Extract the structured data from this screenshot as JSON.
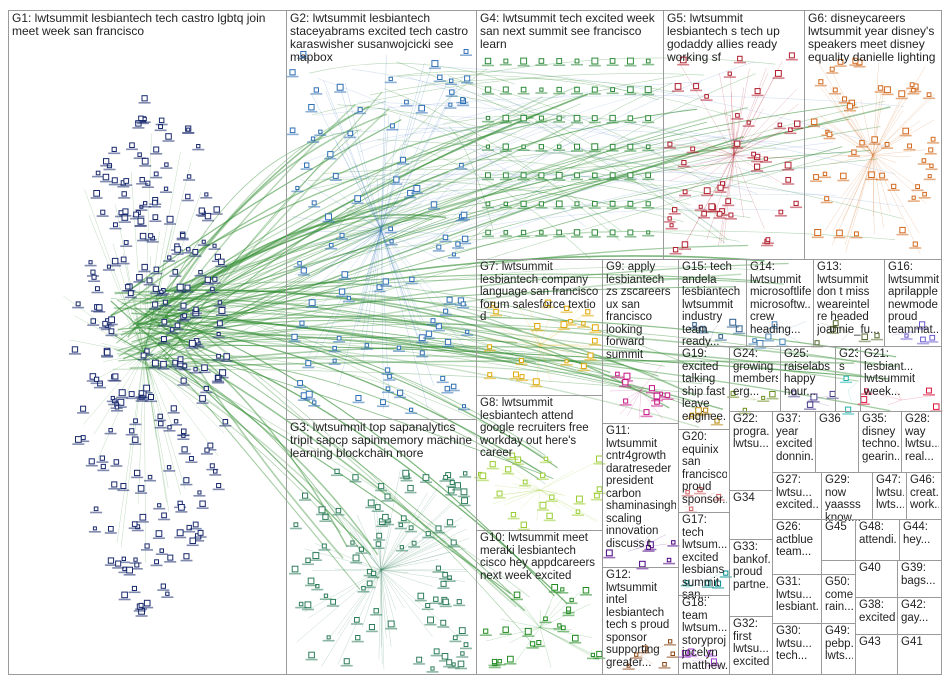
{
  "graph": {
    "groups": [
      {
        "id": "G1",
        "label": "G1: lwtsummit lesbiantech tech castro lgbtq join meet week san francisco",
        "color": "#1a2a6e"
      },
      {
        "id": "G2",
        "label": "G2: lwtsummit lesbiantech staceyabrams excited tech castro karaswisher susanwojcicki see mapbox",
        "color": "#2f6fb5"
      },
      {
        "id": "G3",
        "label": "G3: lwtsummit top sapanalytics tripit sapcp sapinmemory machine learning blockchain more",
        "color": "#2e7d5b"
      },
      {
        "id": "G4",
        "label": "G4: lwtsummit tech excited week san next summit see francisco learn",
        "color": "#2e8b3a"
      },
      {
        "id": "G5",
        "label": "G5: lwtsummit lesbiantech s tech up godaddy allies ready working sf",
        "color": "#b01e2e"
      },
      {
        "id": "G6",
        "label": "G6: disneycareers lwtsummit year disney's speakers meet disney equality danielle lighting",
        "color": "#d2691e"
      },
      {
        "id": "G7",
        "label": "G7: lwtsummit lesbiantech company language san francisco forum salesforce textio d",
        "color": "#e0a800"
      },
      {
        "id": "G8",
        "label": "G8: lwtsummit lesbiantech attend google recruiters free workday out here's career",
        "color": "#9acd32"
      },
      {
        "id": "G9",
        "label": "G9: apply lesbiantech zs zscareers ux san francisco looking forward summit",
        "color": "#c71585"
      },
      {
        "id": "G10",
        "label": "G10: lwtsummit meet meraki lesbiantech cisco hey appdcareers next week excited",
        "color": "#228b22"
      },
      {
        "id": "G11",
        "label": "G11: lwtsummit cntr4growth daratreseder president carbon shaminasingh scaling innovation discuss t",
        "color": "#4b0082"
      },
      {
        "id": "G12",
        "label": "G12: lwtsummit intel lesbiantech tech s proud sponsor supporting greater...",
        "color": "#8b4513"
      },
      {
        "id": "G13",
        "label": "G13: lwtsummit don t miss weareintel re headed joannie_fu...",
        "color": "#556b2f"
      },
      {
        "id": "G14",
        "label": "G14: lwtsummit microsoftlife microsoftw... crew heading...",
        "color": "#4682b4"
      },
      {
        "id": "G15",
        "label": "G15: tech andela lesbiantech lwtsummit industry team ready...",
        "color": "#2e5e8b"
      },
      {
        "id": "G16",
        "label": "G16: lwtsummit aprilapple newmode... proud teammat...",
        "color": "#6a5acd"
      },
      {
        "id": "G17",
        "label": "G17: tech lwtsum... excited lesbians summit san...",
        "color": "#008b8b"
      },
      {
        "id": "G18",
        "label": "G18: team lwtsum... storyproj... jocelyn matthew...",
        "color": "#9932cc"
      },
      {
        "id": "G19",
        "label": "G19: excited talking ship fast leave enginee...",
        "color": "#b8860b"
      },
      {
        "id": "G20",
        "label": "G20: equinix san francisco proud sponsor...",
        "color": "#cd5c5c"
      },
      {
        "id": "G21",
        "label": "G21: lesbiant... lwtsummit week...",
        "color": "#dc143c"
      },
      {
        "id": "G22",
        "label": "G22: progra... lwtsu...",
        "color": "#708090"
      },
      {
        "id": "G23",
        "label": "G23: s",
        "color": "#20b2aa"
      },
      {
        "id": "G24",
        "label": "G24: growing members erg...",
        "color": "#6b8e23"
      },
      {
        "id": "G25",
        "label": "G25: raiselabs happy hour...",
        "color": "#483d8b"
      },
      {
        "id": "G26",
        "label": "G26: actblue team...",
        "color": "#1e90ff"
      },
      {
        "id": "G27",
        "label": "G27: lwtsu... excited...",
        "color": "#8fbc8f"
      },
      {
        "id": "G28",
        "label": "G28: way lwtsu... real...",
        "color": "#a0522d"
      },
      {
        "id": "G29",
        "label": "G29: now yaasss know...",
        "color": "#db7093"
      },
      {
        "id": "G30",
        "label": "G30: lwtsu... tech...",
        "color": "#5f9ea0"
      },
      {
        "id": "G31",
        "label": "G31: lwtsu... lesbiant...",
        "color": "#7b68ee"
      },
      {
        "id": "G32",
        "label": "G32: first lwtsu... excited",
        "color": "#3cb371"
      },
      {
        "id": "G33",
        "label": "G33: bankof... proud partne...",
        "color": "#b22222"
      },
      {
        "id": "G34",
        "label": "G34",
        "color": "#4169e1"
      },
      {
        "id": "G35",
        "label": "G35: disney techno... gearin...",
        "color": "#ff8c00"
      },
      {
        "id": "G36",
        "label": "G36",
        "color": "#2f4f4f"
      },
      {
        "id": "G37",
        "label": "G37: year excited donnin...",
        "color": "#9370db"
      },
      {
        "id": "G38",
        "label": "G38: excited...",
        "color": "#bc8f8f"
      },
      {
        "id": "G39",
        "label": "G39: bags...",
        "color": "#daa520"
      },
      {
        "id": "G40",
        "label": "G40",
        "color": "#696969"
      },
      {
        "id": "G41",
        "label": "G41",
        "color": "#8b0000"
      },
      {
        "id": "G42",
        "label": "G42: gay...",
        "color": "#ff69b4"
      },
      {
        "id": "G43",
        "label": "G43",
        "color": "#00ced1"
      },
      {
        "id": "G44",
        "label": "G44: hey...",
        "color": "#9400d3"
      },
      {
        "id": "G45",
        "label": "G45",
        "color": "#228b22"
      },
      {
        "id": "G46",
        "label": "G46: creat... work...",
        "color": "#cd853f"
      },
      {
        "id": "G47",
        "label": "G47: lwtsu... lwts...",
        "color": "#4682b4"
      },
      {
        "id": "G48",
        "label": "G48: attendi...",
        "color": "#800080"
      },
      {
        "id": "G49",
        "label": "G49: pebp... lwts...",
        "color": "#d2691e"
      },
      {
        "id": "G50",
        "label": "G50: come rain...",
        "color": "#2e8b57"
      }
    ],
    "edge_color_major": "#2e8b2e",
    "edge_color_minor": "#8aaad6"
  }
}
